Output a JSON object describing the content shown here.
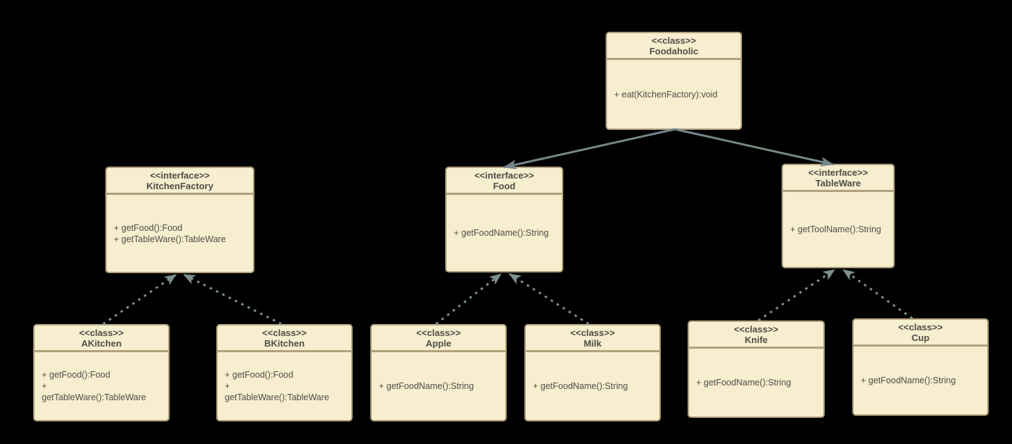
{
  "colors": {
    "background": "#000000",
    "box-fill": "#f7edcf",
    "box-border": "#b0a17c",
    "text": "#4e4e46",
    "solid-arrow": "#778789",
    "dashed-arrow": "#7d908a"
  },
  "diagram": {
    "type": "uml-class-diagram",
    "nodes": {
      "foodaholic": {
        "stereotype": "<<class>>",
        "name": "Foodaholic",
        "members": [
          "+ eat(KitchenFactory):void"
        ]
      },
      "kitchenfactory": {
        "stereotype": "<<interface>>",
        "name": "KitchenFactory",
        "members": [
          "+ getFood():Food",
          "+ getTableWare():TableWare"
        ]
      },
      "food": {
        "stereotype": "<<interface>>",
        "name": "Food",
        "members": [
          "+ getFoodName():String"
        ]
      },
      "tableware": {
        "stereotype": "<<interface>>",
        "name": "TableWare",
        "members": [
          "+ getToolName():String"
        ]
      },
      "akitchen": {
        "stereotype": "<<class>>",
        "name": "AKitchen",
        "members": [
          "+ getFood():Food",
          "+",
          "getTableWare():TableWare"
        ]
      },
      "bkitchen": {
        "stereotype": "<<class>>",
        "name": "BKitchen",
        "members": [
          "+ getFood():Food",
          "+",
          "getTableWare():TableWare"
        ]
      },
      "apple": {
        "stereotype": "<<class>>",
        "name": "Apple",
        "members": [
          "+ getFoodName():String"
        ]
      },
      "milk": {
        "stereotype": "<<class>>",
        "name": "Milk",
        "members": [
          "+ getFoodName():String"
        ]
      },
      "knife": {
        "stereotype": "<<class>>",
        "name": "Knife",
        "members": [
          "+ getFoodName():String"
        ]
      },
      "cup": {
        "stereotype": "<<class>>",
        "name": "Cup",
        "members": [
          "+ getFoodName():String"
        ]
      }
    },
    "relationships": [
      {
        "from": "Foodaholic",
        "to": "Food",
        "style": "solid-arrow"
      },
      {
        "from": "Foodaholic",
        "to": "TableWare",
        "style": "solid-arrow"
      },
      {
        "from": "AKitchen",
        "to": "KitchenFactory",
        "style": "dashed-arrow"
      },
      {
        "from": "BKitchen",
        "to": "KitchenFactory",
        "style": "dashed-arrow"
      },
      {
        "from": "Apple",
        "to": "Food",
        "style": "dashed-arrow"
      },
      {
        "from": "Milk",
        "to": "Food",
        "style": "dashed-arrow"
      },
      {
        "from": "Knife",
        "to": "TableWare",
        "style": "dashed-arrow"
      },
      {
        "from": "Cup",
        "to": "TableWare",
        "style": "dashed-arrow"
      }
    ]
  }
}
